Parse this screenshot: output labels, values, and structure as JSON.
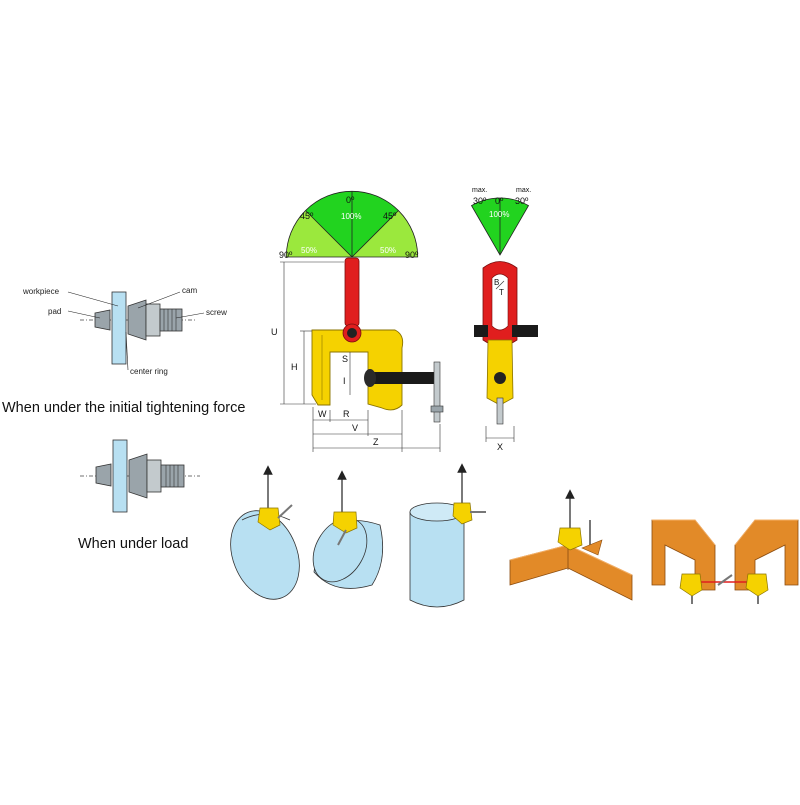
{
  "colors": {
    "yellow": "#f5d200",
    "yellow_dark": "#b59a00",
    "red": "#e01e1e",
    "green": "#22d31f",
    "light_green": "#9be83d",
    "pipe": "#b8e0f2",
    "beam": "#e28a28",
    "gray": "#9aa4aa",
    "dim_line": "#333333"
  },
  "mechanism": {
    "workpiece": "workpiece",
    "cam": "cam",
    "pad": "pad",
    "screw": "screw",
    "center_ring": "center ring"
  },
  "captions": {
    "initial": "When under the initial tightening force",
    "load": "When under load"
  },
  "front_view": {
    "angle_0": "0º",
    "angle_45_left": "45º",
    "angle_45_right": "45º",
    "angle_90_left": "90º",
    "angle_90_right": "90º",
    "pct_center": "100%",
    "pct_left": "50%",
    "pct_right": "50%",
    "dims": {
      "U": "U",
      "H": "H",
      "S": "S",
      "I": "I",
      "W": "W",
      "R": "R",
      "V": "V",
      "Z": "Z"
    }
  },
  "side_view": {
    "max_left": "max.",
    "max_right": "max.",
    "angle_30_left": "30º",
    "angle_0": "0º",
    "angle_30_right": "30º",
    "pct": "100%",
    "dims": {
      "B": "B",
      "T": "T",
      "X": "X"
    }
  },
  "applications": [
    "pipe-tilted",
    "pipe-rolled",
    "pipe-vertical",
    "beam-flat",
    "i-beams"
  ]
}
